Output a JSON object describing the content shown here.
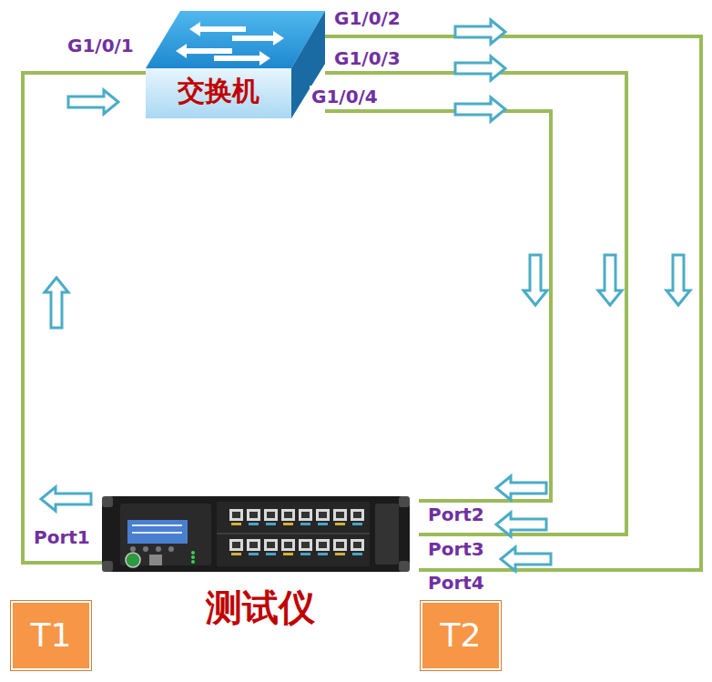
{
  "diagram": {
    "nodes": [
      {
        "text": [
          "交换机"
        ]
      },
      {
        "text": [
          "测试仪"
        ]
      },
      {
        "text": [
          "T1"
        ]
      },
      {
        "text": [
          "T2"
        ]
      }
    ],
    "edges": [
      {
        "from": 1,
        "to": 0,
        "arrow": "to"
      },
      {
        "from": 0,
        "to": 1,
        "arrow": "to"
      },
      {
        "from": 0,
        "to": 1,
        "arrow": "to"
      },
      {
        "from": 0,
        "to": 1,
        "arrow": "to"
      }
    ],
    "labels": [
      "G1/0/1",
      "G1/0/2",
      "G1/0/3",
      "G1/0/4",
      "Port1",
      "Port2",
      "Port3",
      "Port4"
    ]
  }
}
